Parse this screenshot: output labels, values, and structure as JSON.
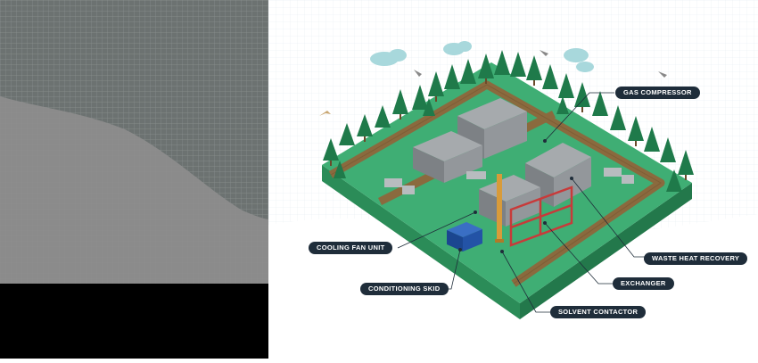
{
  "diagram": {
    "callouts": {
      "gas_compressor": "GAS COMPRESSOR",
      "cooling_fan_unit": "COOLING FAN UNIT",
      "waste_heat_recovery": "WASTE HEAT RECOVERY",
      "conditioning_skid": "CONDITIONING SKID",
      "exchanger": "EXCHANGER",
      "solvent_contactor": "SOLVENT CONTACTOR"
    }
  },
  "colors": {
    "ground_green": "#3fae74",
    "ground_dark": "#2b8c58",
    "soil": "#8a6a3e",
    "road": "#6b4a2a",
    "tree": "#1f7a4a",
    "building": "#8e9296",
    "pipe_red": "#c83a3a",
    "skid_blue": "#2353a6",
    "stack_orange": "#d89b3a",
    "label_bg": "#1f2d3a",
    "cloud": "#a8d8dc"
  }
}
